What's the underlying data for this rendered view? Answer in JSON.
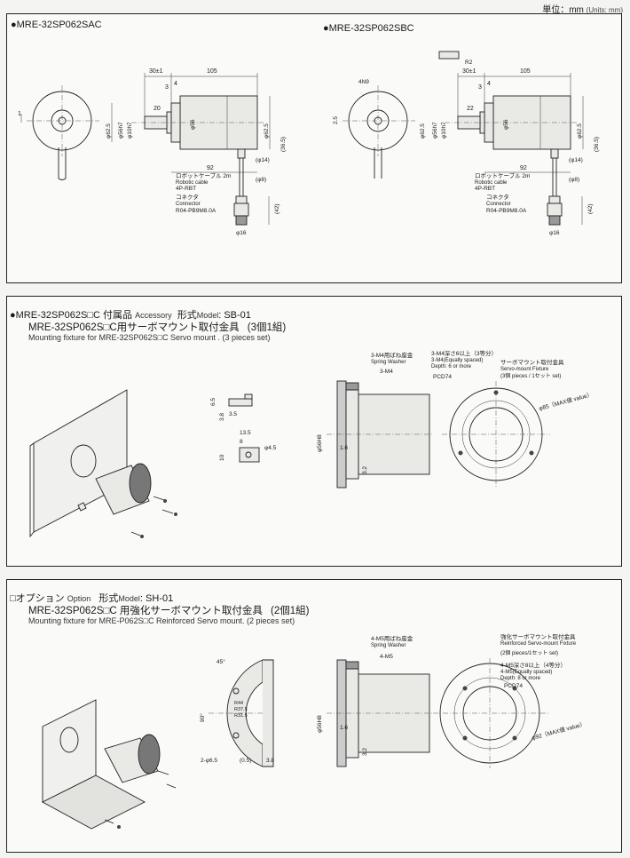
{
  "units": {
    "jp": "単位：mm",
    "en": "(Units: mm)"
  },
  "panel1": {
    "model_a": "●MRE-32SP062SAC",
    "model_b": "●MRE-32SP062SBC",
    "dims": {
      "flange": "30±1",
      "length": "105",
      "d3": "3",
      "d4": "4",
      "d20": "20",
      "d22": "22",
      "phi625": "φ62.5",
      "phi56": "φ56",
      "phi56h7": "φ56h7",
      "phi10h7": "φ10h7",
      "d365": "(36.5)",
      "d92": "92",
      "phi14": "(φ14)",
      "phi8": "(φ8)",
      "d42": "(42)",
      "phi16": "φ16",
      "key": "4N9",
      "d25": "2.5",
      "r2": "R2",
      "one": "1"
    },
    "cable_jp": "ロボットケーブル 2m",
    "cable_en": "Robotic cable",
    "rbt": "4P-RBT",
    "conn_jp": "コネクタ",
    "conn_en": "Connector",
    "conn_pn": "R04-PB9M8.0A"
  },
  "panel2": {
    "title_model": "●MRE-32SP062S□C 付属品",
    "title_en": "Accessory",
    "title_type": "形式",
    "title_model_en": "Model",
    "title_type_val": ": SB-01",
    "line2": "MRE-32SP062S□C用サーボマウント取付金具",
    "line2_set": "(3個1組)",
    "line3": "Mounting fixture for MRE-32SP062S□C Servo mount . (3 pieces set)",
    "dims": {
      "d65": "6.5",
      "d38": "3.8",
      "d35": "3.5",
      "d135": "13.5",
      "d8": "8",
      "d10": "10",
      "phi45": "φ4.5",
      "d16": "1.6",
      "d32": "3.2",
      "phi56h8": "φ56H8"
    },
    "washer_jp": "3-M4用ばね座金",
    "washer_en": "Spring Washer",
    "m4": "3-M4",
    "depth_jp": "3-M4深さ6以上（3等分）",
    "depth_en": "3-M4(Equally spaced)",
    "depth_en2": "Depth: 6 or more",
    "pcd": "PCD74",
    "fix_jp": "サーボマウント取付金具",
    "fix_en": "Servo-mount Fixture",
    "fix_set": "(3個 pieces / 1セット set)",
    "phi85": "φ85（MAX値 value）"
  },
  "panel3": {
    "title_opt": "□オプション",
    "title_opt_en": "Option",
    "title_type": "形式",
    "title_model_en": "Model",
    "title_type_val": ": SH-01",
    "line2": "MRE-32SP062S□C 用強化サーボマウント取付金具",
    "line2_set": "(2個1組)",
    "line3": "Mounting fixture for MRE-P062S□C Reinforced Servo mount. (2 pieces set)",
    "dims": {
      "deg45": "45°",
      "deg90": "90°",
      "r44": "R44",
      "r375": "R37.5",
      "r315": "R31.5",
      "holes": "2-φ6.5",
      "d05": "(0.5)",
      "d38": "3.8",
      "d16": "1.6",
      "d32": "3.2",
      "phi56h8": "φ56H8"
    },
    "washer_jp": "4-M5用ばね座金",
    "washer_en": "Spring Washer",
    "m5": "4-M5",
    "fix_jp": "強化サーボマウント取付金具",
    "fix_en": "Reinforced Servo-mount Fixture",
    "fix_set": "(2個 pieces/1セット set)",
    "depth_jp": "4-M5深さ8以上（4等分）",
    "depth_en": "4-M5(Equally spaced)",
    "depth_en2": "Depth: 8 or more",
    "pcd": "PCD74",
    "phi92": "φ92（MAX値 value）"
  }
}
